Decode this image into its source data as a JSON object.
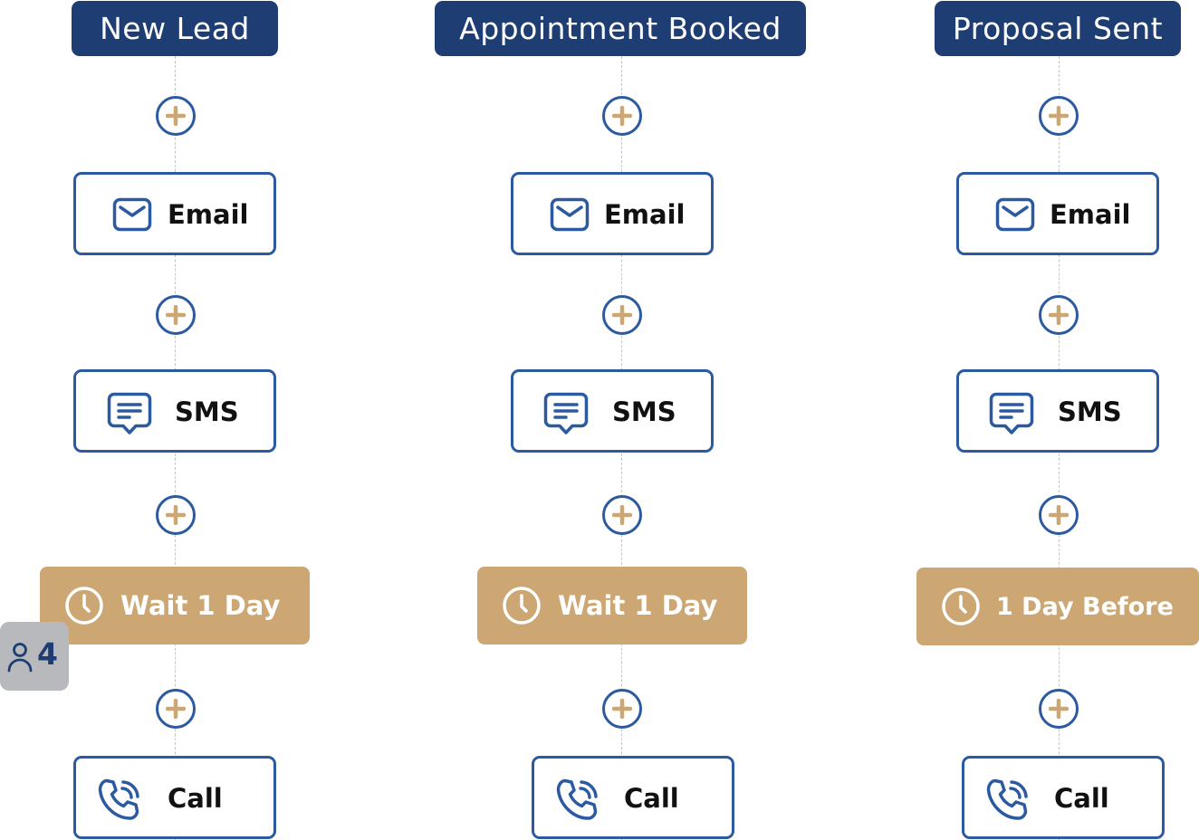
{
  "colors": {
    "header_bg": "#1e3d73",
    "node_border": "#2c5aa0",
    "plus_fill": "#cca774",
    "wait_bg": "#cca774",
    "badge_bg": "#b8b9bc"
  },
  "workflows": [
    {
      "header": "New Lead",
      "email_label": "Email",
      "sms_label": "SMS",
      "wait_label": "Wait 1 Day",
      "call_label": "Call"
    },
    {
      "header": "Appointment Booked",
      "email_label": "Email",
      "sms_label": "SMS",
      "wait_label": "Wait 1 Day",
      "call_label": "Call"
    },
    {
      "header": "Proposal Sent",
      "email_label": "Email",
      "sms_label": "SMS",
      "wait_label": "1 Day Before",
      "call_label": "Call"
    }
  ],
  "badge": {
    "icon": "person-icon",
    "count": "4"
  },
  "icons": {
    "add": "plus-icon",
    "email": "envelope-icon",
    "sms": "chat-message-icon",
    "wait": "clock-icon",
    "call": "phone-icon"
  }
}
